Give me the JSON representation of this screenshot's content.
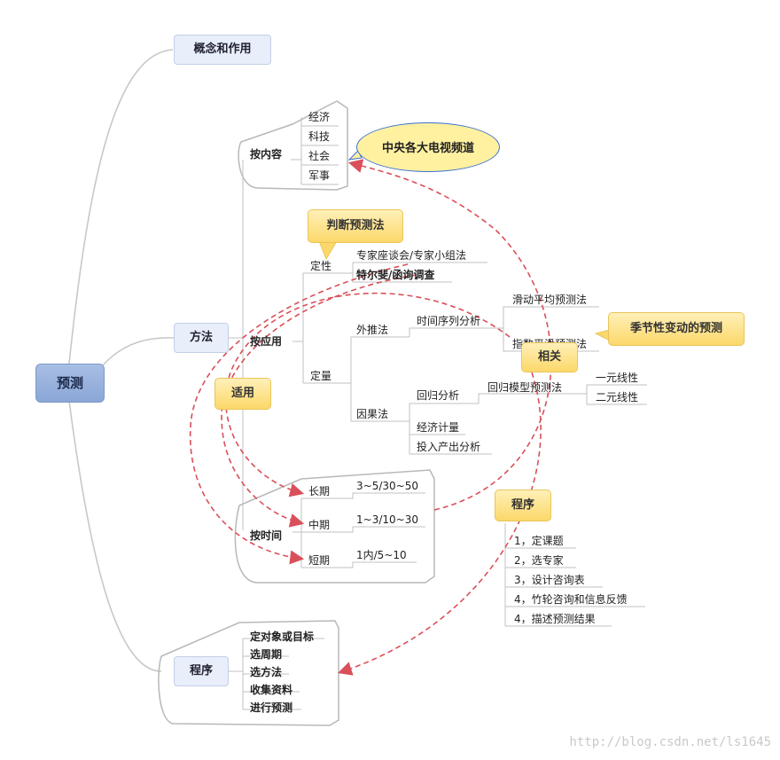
{
  "root": "预测",
  "branch_concept": "概念和作用",
  "branch_method": "方法",
  "branch_procedure": "程序",
  "by_content": {
    "label": "按内容",
    "items": [
      "经济",
      "科技",
      "社会",
      "军事"
    ]
  },
  "by_application": {
    "label": "按应用",
    "qualitative": {
      "label": "定性",
      "items": [
        "专家座谈会/专家小组法",
        "特尔斐/函询调查"
      ]
    },
    "quantitative": {
      "label": "定量",
      "extrapolation": "外推法",
      "time_series": "时间序列分析",
      "moving_avg": "滑动平均预测法",
      "exp_smoothing": "指数平滑预测法",
      "causal": "因果法",
      "regression": "回归分析",
      "regression_model": "回归模型预测法",
      "linear_1": "一元线性",
      "linear_2": "二元线性",
      "econometrics": "经济计量",
      "io_analysis": "投入产出分析"
    }
  },
  "by_time": {
    "label": "按时间",
    "long": "长期",
    "long_val": "3~5/30~50",
    "mid": "中期",
    "mid_val": "1~3/10~30",
    "short": "短期",
    "short_val": "1内/5~10"
  },
  "callouts": {
    "cctv": "中央各大电视频道",
    "judgment": "判断预测法",
    "seasonal": "季节性变动的预测",
    "related": "相关",
    "applicable": "适用",
    "procedure": "程序"
  },
  "procedure_steps": [
    "1，定课题",
    "2，选专家",
    "3，设计咨询表",
    "4，竹轮咨询和信息反馈",
    "4，描述预测结果"
  ],
  "main_procedure_steps": [
    "定对象或目标",
    "选周期",
    "选方法",
    "收集资料",
    "进行预测"
  ],
  "watermark": "http://blog.csdn.net/ls1645",
  "colors": {
    "root": "#8aa6d6",
    "callout": "#fcd86a",
    "arrow": "#d9505a",
    "cctv": "#fff1a0"
  }
}
